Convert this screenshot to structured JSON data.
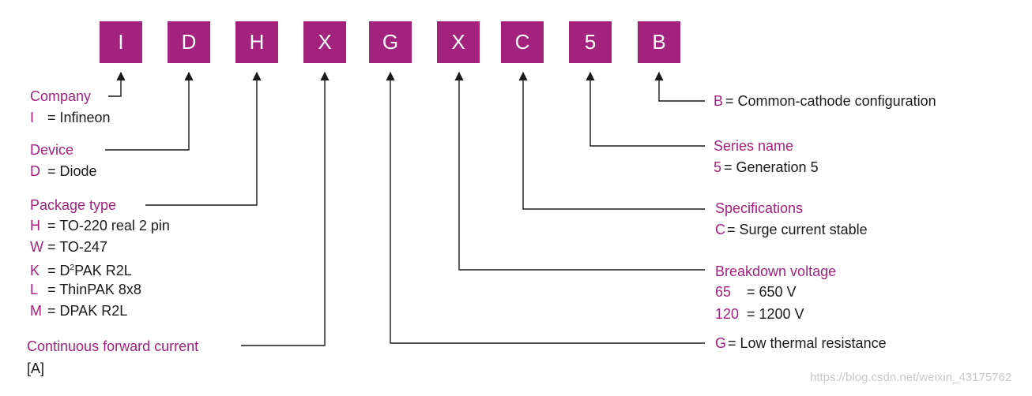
{
  "boxes": [
    "I",
    "D",
    "H",
    "X",
    "G",
    "X",
    "C",
    "5",
    "B"
  ],
  "company": {
    "title": "Company",
    "rows": [
      {
        "key": "I",
        "text": "= Infineon"
      }
    ]
  },
  "device": {
    "title": "Device",
    "rows": [
      {
        "key": "D",
        "text": "= Diode"
      }
    ]
  },
  "package": {
    "title": "Package type",
    "rows": [
      {
        "key": "H",
        "text": "= TO-220 real 2 pin"
      },
      {
        "key": "W",
        "text": "= TO-247"
      },
      {
        "key": "K",
        "text_pre": "= D",
        "text_sup": "2",
        "text_post": "PAK R2L"
      },
      {
        "key": "L",
        "text": "= ThinPAK 8x8"
      },
      {
        "key": "M",
        "text": "= DPAK R2L"
      }
    ]
  },
  "current": {
    "title": "Continuous forward current",
    "unit": "[A]"
  },
  "config": {
    "key": "B",
    "text": "= Common-cathode configuration"
  },
  "series": {
    "title": "Series name",
    "rows": [
      {
        "key": "5",
        "text": "= Generation 5"
      }
    ]
  },
  "specs": {
    "title": "Specifications",
    "rows": [
      {
        "key": "C",
        "text": "= Surge current stable"
      }
    ]
  },
  "breakdown": {
    "title": "Breakdown voltage",
    "rows": [
      {
        "key": "65",
        "text": "= 650 V"
      },
      {
        "key": "120",
        "text": "= 1200 V"
      }
    ]
  },
  "thermal": {
    "key": "G",
    "text": "= Low thermal resistance"
  },
  "watermark": "https://blog.csdn.net/weixin_43175762",
  "colors": {
    "accent": "#a3227e",
    "text": "#1a1a1a",
    "line": "#1a1a1a"
  }
}
